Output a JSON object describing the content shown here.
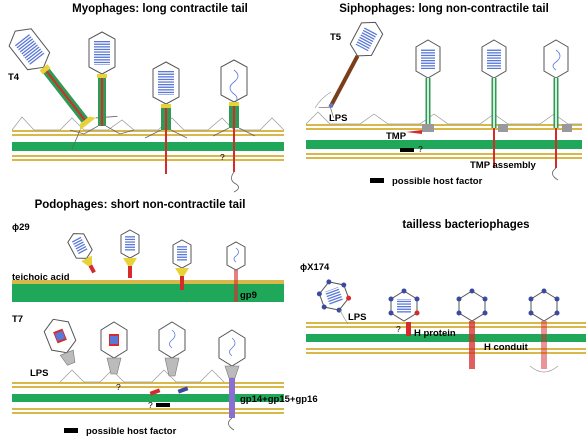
{
  "panels": {
    "myophages": {
      "title": "Myophages: long contractile tail",
      "example": "T4"
    },
    "siphophages": {
      "title": "Siphophages: long non-contractile tail",
      "example": "T5",
      "labels": {
        "lps": "LPS",
        "tmp": "TMP",
        "tmp_assembly": "TMP assembly",
        "question": "?"
      }
    },
    "podophages": {
      "title": "Podophages: short non-contractile tail",
      "example_phi29": "ϕ29",
      "example_t7": "T7",
      "labels": {
        "teichoic_acid": "teichoic acid",
        "gp9": "gp9",
        "lps": "LPS",
        "gp_complex": "gp14+gp15+gp16",
        "question": "?"
      }
    },
    "tailless": {
      "title": "tailless bacteriophages",
      "example": "ϕX174",
      "labels": {
        "lps": "LPS",
        "h_protein": "H protein",
        "h_conduit": "H conduit",
        "question": "?"
      }
    }
  },
  "legend": {
    "host_factor": "possible host factor"
  },
  "colors": {
    "membrane_outer": "#d9b84a",
    "membrane_gap": "#ffffff",
    "cell_wall": "#1fa85a",
    "capsid_stripes": "#5a78d6",
    "tail_green": "#2e9a54",
    "tail_red": "#d62b2b",
    "collar_yellow": "#e8d23a",
    "t5_tail": "#7a3e1a"
  }
}
